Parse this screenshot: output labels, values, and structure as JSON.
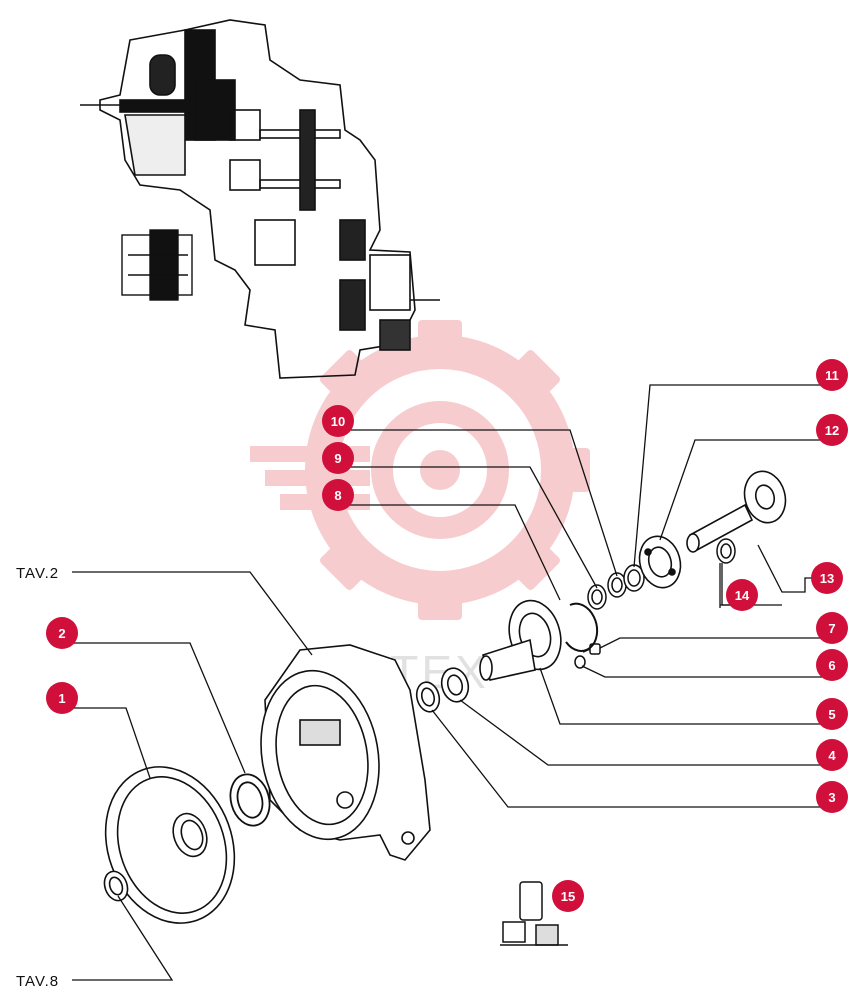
{
  "references": {
    "upper": "TAV.2",
    "lower": "TAV.8"
  },
  "watermark": {
    "text": "ИНТЕХ"
  },
  "callouts": [
    {
      "number": "1",
      "part": "cover"
    },
    {
      "number": "2",
      "part": "seal ring"
    },
    {
      "number": "3",
      "part": "spacer ring"
    },
    {
      "number": "4",
      "part": "spacer ring"
    },
    {
      "number": "5",
      "part": "flanged shaft"
    },
    {
      "number": "6",
      "part": "washer"
    },
    {
      "number": "7",
      "part": "screw"
    },
    {
      "number": "8",
      "part": "snap ring"
    },
    {
      "number": "9",
      "part": "shim"
    },
    {
      "number": "10",
      "part": "shim"
    },
    {
      "number": "11",
      "part": "shim"
    },
    {
      "number": "12",
      "part": "bearing"
    },
    {
      "number": "13",
      "part": "gear shaft"
    },
    {
      "number": "14",
      "part": "washer"
    },
    {
      "number": "15",
      "part": "adhesive"
    }
  ],
  "colors": {
    "callout": "#d0103a",
    "watermark": "#f2a3a8",
    "line": "#111111"
  }
}
